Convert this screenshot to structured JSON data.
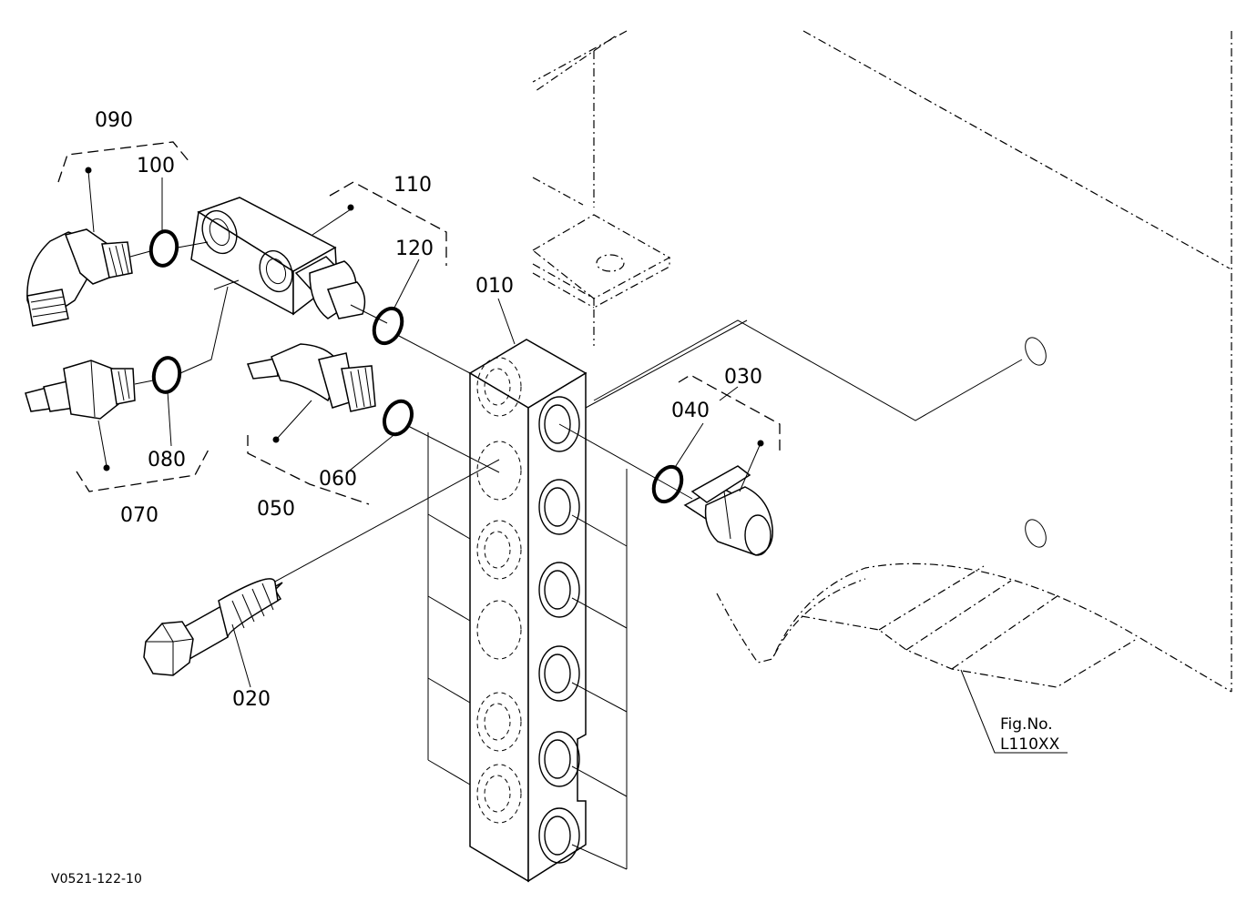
{
  "figure": {
    "fig_no_label": "Fig.No.",
    "fig_no_value": "L110XX",
    "drawing_code": "V0521-122-10"
  },
  "callouts": {
    "p010": "010",
    "p020": "020",
    "p030": "030",
    "p040": "040",
    "p050": "050",
    "p060": "060",
    "p070": "070",
    "p080": "080",
    "p090": "090",
    "p100": "100",
    "p110": "110",
    "p120": "120"
  },
  "colors": {
    "line": "#000000",
    "background": "#ffffff"
  }
}
